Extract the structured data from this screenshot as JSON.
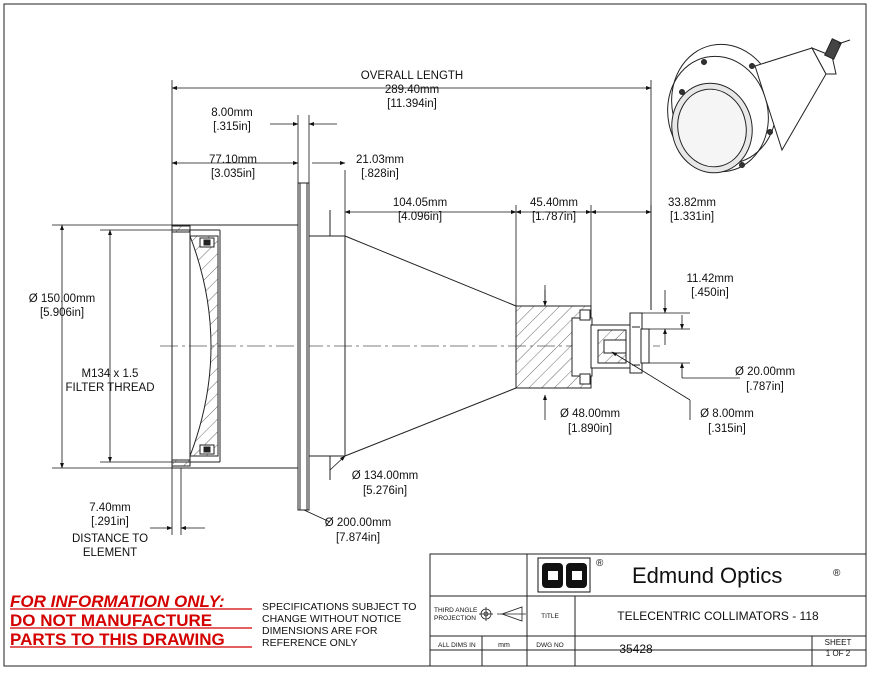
{
  "dimensions": {
    "overall_length": {
      "label": "OVERALL LENGTH",
      "mm": "289.40mm",
      "in": "[11.394in]"
    },
    "flange_thickness": {
      "mm": "8.00mm",
      "in": "[.315in]"
    },
    "front_length": {
      "mm": "77.10mm",
      "in": "[3.035in]"
    },
    "flange_to_cone": {
      "mm": "21.03mm",
      "in": "[.828in]"
    },
    "cone_length": {
      "mm": "104.05mm",
      "in": "[4.096in]"
    },
    "rear_block": {
      "mm": "45.40mm",
      "in": "[1.787in]"
    },
    "rear_stub": {
      "mm": "33.82mm",
      "in": "[1.331in]"
    },
    "stub_offset": {
      "mm": "11.42mm",
      "in": "[.450in]"
    },
    "outer_diameter": {
      "mm": "Ø 150.00mm",
      "in": "[5.906in]"
    },
    "filter_thread": {
      "line1": "M134 x 1.5",
      "line2": "FILTER THREAD"
    },
    "distance_to_element": {
      "mm": "7.40mm",
      "in": "[.291in]",
      "line1": "DISTANCE TO",
      "line2": "ELEMENT"
    },
    "cone_diameter": {
      "mm": "Ø 134.00mm",
      "in": "[5.276in]"
    },
    "flange_diameter": {
      "mm": "Ø 200.00mm",
      "in": "[7.874in]"
    },
    "block_diameter": {
      "mm": "Ø 48.00mm",
      "in": "[1.890in]"
    },
    "stub_diameter": {
      "mm": "Ø 20.00mm",
      "in": "[.787in]"
    },
    "bore_diameter": {
      "mm": "Ø 8.00mm",
      "in": "[.315in]"
    }
  },
  "notices": {
    "warning": [
      "FOR INFORMATION ONLY:",
      "DO NOT MANUFACTURE",
      "PARTS TO THIS DRAWING"
    ],
    "spec": [
      "SPECIFICATIONS SUBJECT TO",
      "CHANGE WITHOUT NOTICE",
      "DIMENSIONS ARE FOR",
      "REFERENCE ONLY"
    ]
  },
  "title_block": {
    "company": "Edmund Optics",
    "registered": "®",
    "projection": [
      "THIRD ANGLE",
      "PROJECTION"
    ],
    "title_label": "TITLE",
    "title_value": "TELECENTRIC COLLIMATORS - 118",
    "units_label": "ALL DIMS IN",
    "units_value": "mm",
    "dwg_label": "DWG NO",
    "dwg_value": "35428",
    "sheet_label": "SHEET",
    "sheet_value": "1 OF 2"
  },
  "colors": {
    "warning": "#d40000",
    "lines": "#222222"
  }
}
